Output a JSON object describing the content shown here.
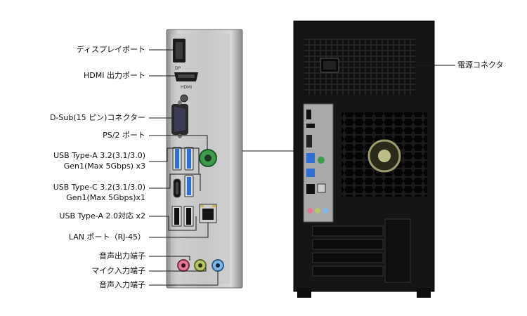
{
  "labels": {
    "dp": "ディスプレイポート",
    "hdmi": "HDMI 出力ポート",
    "dsub": "D-Sub(15 ピン)コネクター",
    "ps2": "PS/2 ポート",
    "usb3_line1": "USB Type-A 3.2(3.1/3.0)",
    "usb3_line2": "Gen1(Max 5Gbps) x3",
    "usbc_line1": "USB Type-C 3.2(3.1/3.0)",
    "usbc_line2": "Gen1(Max 5Gbps)x1",
    "usb2": "USB Type-A 2.0対応 x2",
    "lan": "LAN ポート（RJ-45）",
    "audio_out": "音声出力端子",
    "mic": "マイク入力端子",
    "audio_in": "音声入力端子",
    "power": "電源コネクタ"
  },
  "port_marks": {
    "dp": "DP",
    "hdmi": "HDMI"
  },
  "colors": {
    "line": "#1a1a1a",
    "case_body": "#151515",
    "panel_silver": "#b9b9b9",
    "usb3_blue": "#2f6fd1",
    "ps2_green": "#3f9a4b",
    "audio_pink": "#e07a96",
    "audio_lime": "#b8c66a",
    "audio_blue": "#7fb7e6"
  }
}
